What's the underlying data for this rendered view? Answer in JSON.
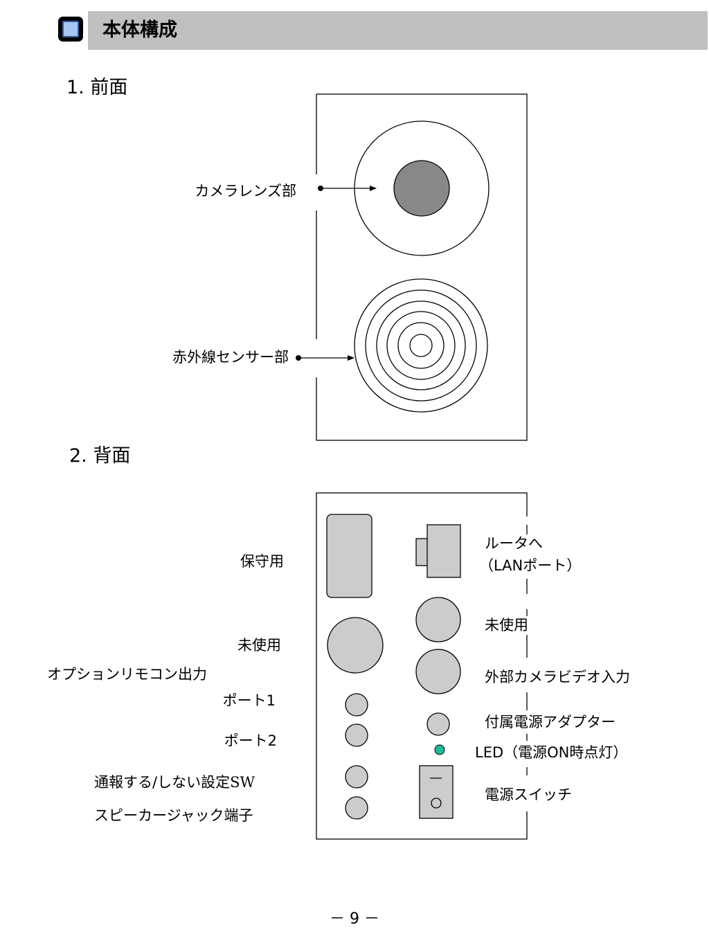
{
  "header": {
    "title": "本体構成",
    "icon": "blue-square-icon"
  },
  "front": {
    "heading": "1. 前面",
    "labels": {
      "camera_lens": "カメラレンズ部",
      "ir_sensor": "赤外線センサー部"
    }
  },
  "back": {
    "heading": "2. 背面",
    "labels": {
      "maintenance": "保守用",
      "unused_left": "未使用",
      "option_remote": "オプションリモコン出力",
      "port1": "ポート1",
      "port2": "ポート2",
      "notify_sw_prefix": "通報する/しない設定",
      "notify_sw_suffix": "SW",
      "speaker_jack": "スピーカージャック端子",
      "router_line1": "ルータへ",
      "router_line2": "（LANポート）",
      "unused_right": "未使用",
      "external_camera": "外部カメラビデオ入力",
      "power_adapter": "付属電源アダプター",
      "led": "LED（電源ON時点灯）",
      "power_switch": "電源スイッチ"
    }
  },
  "colors": {
    "header_bar": "#c0c0c0",
    "component_gray": "#cccccc",
    "lens_gray": "#888888",
    "led_green": "#1fb89a",
    "icon_blue": "#a7c5f2"
  },
  "footer": {
    "page_number": "－ 9 －"
  }
}
